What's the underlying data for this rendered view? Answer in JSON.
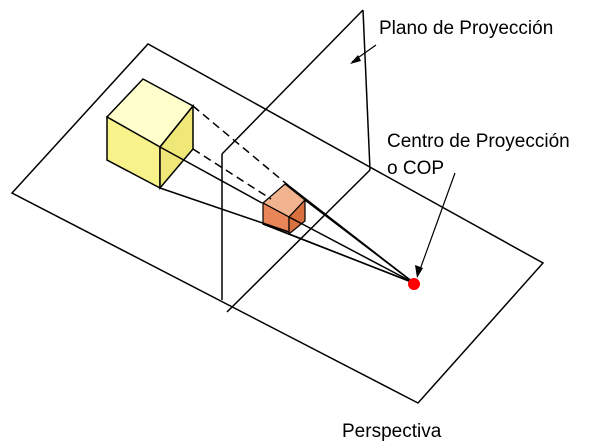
{
  "labels": {
    "projection_plane": "Plano de Proyección",
    "center_line1": "Centro de Proyección",
    "center_line2": "o COP",
    "caption": "Perspectiva"
  },
  "colors": {
    "line": "#000000",
    "object_cube_top": "#ffffcc",
    "object_cube_front": "#f7f38a",
    "object_cube_right": "#efe777",
    "projected_cube_top": "#f2b38f",
    "projected_cube_front": "#e8865a",
    "projected_cube_right": "#d9703f",
    "cop_point": "#ff0000"
  }
}
